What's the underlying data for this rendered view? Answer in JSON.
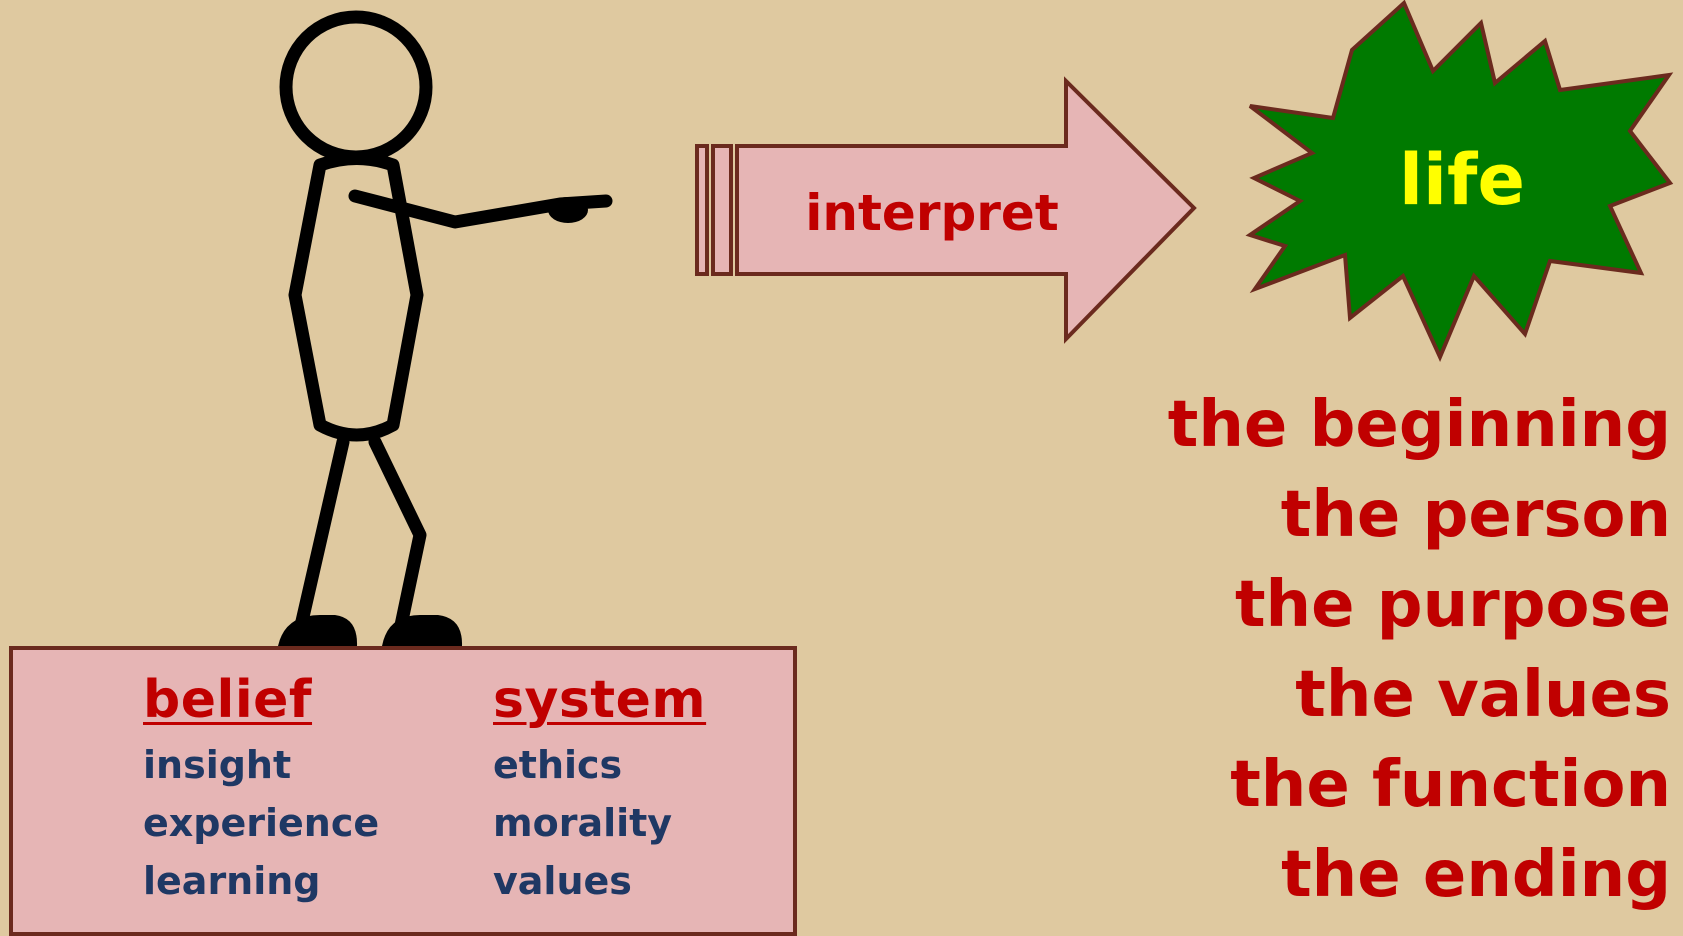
{
  "arrow": {
    "label": "interpret"
  },
  "star": {
    "label": "life"
  },
  "pedestal": {
    "left_heading": "belief",
    "right_heading": "system",
    "left_items": [
      "insight",
      "experience",
      "learning"
    ],
    "right_items": [
      "ethics",
      "morality",
      "values"
    ]
  },
  "aspects": [
    "the beginning",
    "the person",
    "the purpose",
    "the values",
    "the function",
    "the ending"
  ],
  "colors": {
    "background": "#dfc9a0",
    "heading_red": "#c00000",
    "item_navy": "#1f3864",
    "box_pink": "#e6b5b5",
    "box_border": "#6b2a1e",
    "star_green": "#007a00",
    "star_text": "#ffff00",
    "figure_black": "#000000"
  },
  "icons": [
    "stick-figure-pointing-icon",
    "right-arrow-icon",
    "starburst-icon"
  ]
}
